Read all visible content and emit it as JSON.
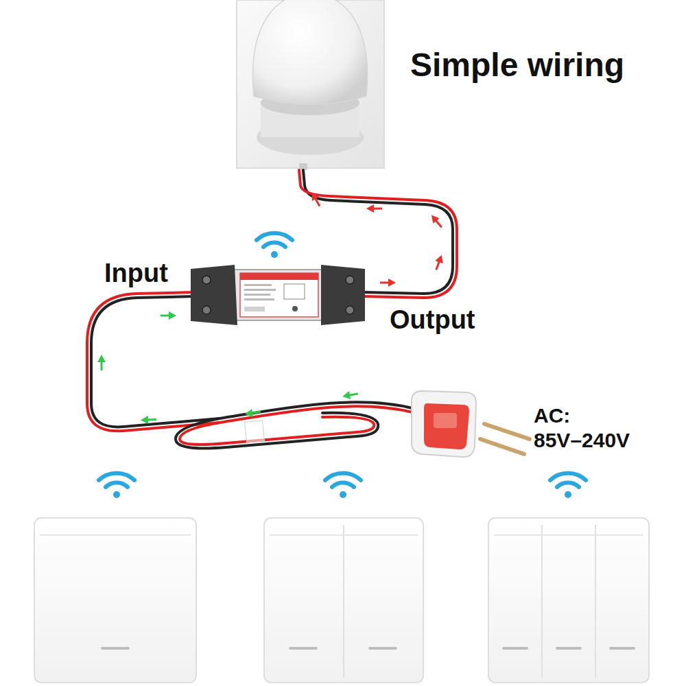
{
  "diagram": {
    "title": "Simple wiring",
    "labels": [
      "Input",
      "Output",
      "AC: 85V–240V"
    ]
  }
}
